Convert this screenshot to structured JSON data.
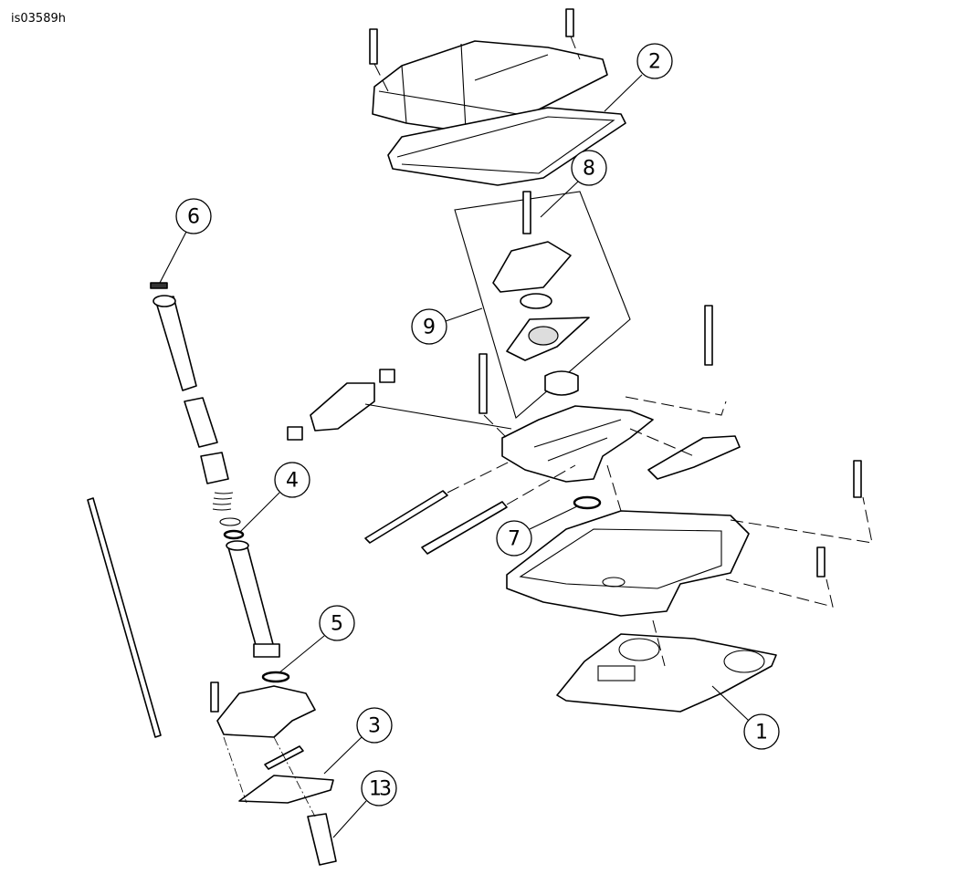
{
  "diagram_id": "is03589h",
  "callouts": {
    "c1": "1",
    "c2": "2",
    "c3": "3",
    "c4": "4",
    "c5": "5",
    "c6": "6",
    "c7": "7",
    "c8": "8",
    "c9": "9",
    "c13": "13"
  },
  "colors": {
    "line": "#000000",
    "background": "#ffffff"
  }
}
